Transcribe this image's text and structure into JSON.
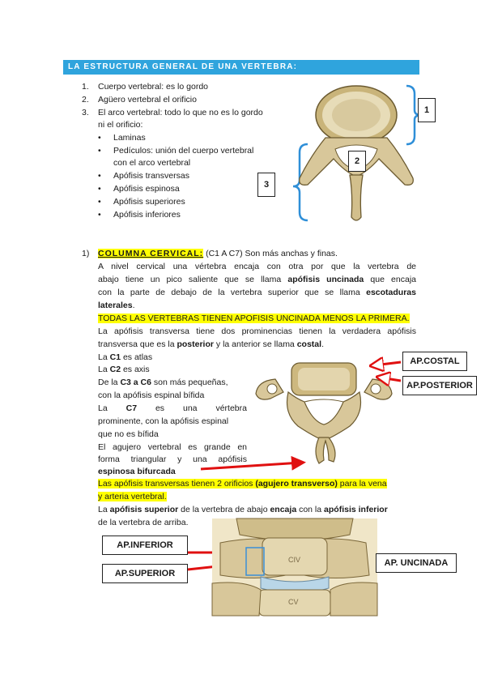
{
  "header": {
    "title": "LA ESTRUCTURA GENERAL DE UNA VERTEBRA:"
  },
  "list1": {
    "items": [
      {
        "num": "1.",
        "text": "Cuerpo vertebral: es lo gordo"
      },
      {
        "num": "2.",
        "text": "Agüero vertebral el orificio"
      },
      {
        "num": "3.",
        "text": "El arco vertebral: todo lo que no es lo gordo"
      }
    ],
    "item3_cont": "ni el orificio:",
    "bullets": [
      "Laminas",
      "Pedículos: unión del cuerpo vertebral",
      "con el arco vertebral",
      "Apófisis transversas",
      "Apófisis espinosa",
      "Apófisis superiores",
      "Apófisis inferiores"
    ]
  },
  "fig1": {
    "labels": [
      "1",
      "2",
      "3"
    ]
  },
  "section2": {
    "num": "1)",
    "heading": "COLUMNA CERVICAL:",
    "heading_rest": " (C1 A C7) Son más anchas y finas.",
    "p1": [
      "A nivel cervical una vértebra encaja con otra por que la vertebra de",
      "abajo tiene un pico saliente que se llama ",
      "apófisis uncinada",
      " que encaja",
      "con la parte de debajo de la vertebra superior que se llama ",
      "escotaduras",
      "laterales",
      "."
    ],
    "highlight1": "TODAS LAS VERTEBRAS TIENEN APOFISIS UNCINADA MENOS LA PRIMERA.",
    "p2_l1": "La apófisis transversa tiene dos prominencias tienen la verdadera apófisis",
    "p2_l2a": "transversa que es la ",
    "p2_l2b": "posterior",
    "p2_l2c": " y la anterior se llama ",
    "p2_l2d": "costal",
    "p2_l2e": ".",
    "c1a": "La ",
    "c1b": "C1",
    "c1c": " es atlas",
    "c2a": "La ",
    "c2b": "C2",
    "c2c": " es axis",
    "c3a": "De la ",
    "c3b": "C3 a C6",
    "c3c": " son más pequeñas,",
    "c3d": "con la apófisis espinal bífida",
    "c7a": "La",
    "c7b": "C7",
    "c7c": "es",
    "c7d": "una",
    "c7e": "vértebra",
    "c7f": "prominente, con la apófisis espinal",
    "c7g": "que no es bífida",
    "ag1": "El agujero vertebral es grande en",
    "ag2": "forma triangular y una apófisis",
    "ag3": "espinosa bifurcada",
    "highlight2a": "Las apófisis transversas tienen 2 orificios ",
    "highlight2b": "(agujero transverso)",
    "highlight2c": " para la vena",
    "highlight2d": "y arteria vertebral.",
    "p3a": "La ",
    "p3b": "apófisis superior",
    "p3c": " de la vertebra de abajo ",
    "p3d": "encaja",
    "p3e": " con la ",
    "p3f": "apófisis inferior",
    "p3g": "de la vertebra de arriba."
  },
  "fig2": {
    "labels": [
      "AP.COSTAL",
      "AP.POSTERIOR"
    ]
  },
  "fig3": {
    "labels": [
      "AP.INFERIOR",
      "AP.SUPERIOR",
      "AP. UNCINADA"
    ],
    "vert_labels": [
      "CIV",
      "CV"
    ]
  },
  "colors": {
    "header": "#2fa4dd",
    "highlight": "#ffff00",
    "arrow": "#e01010",
    "bracket": "#2f8fd8",
    "bone": "#d8c79a"
  }
}
